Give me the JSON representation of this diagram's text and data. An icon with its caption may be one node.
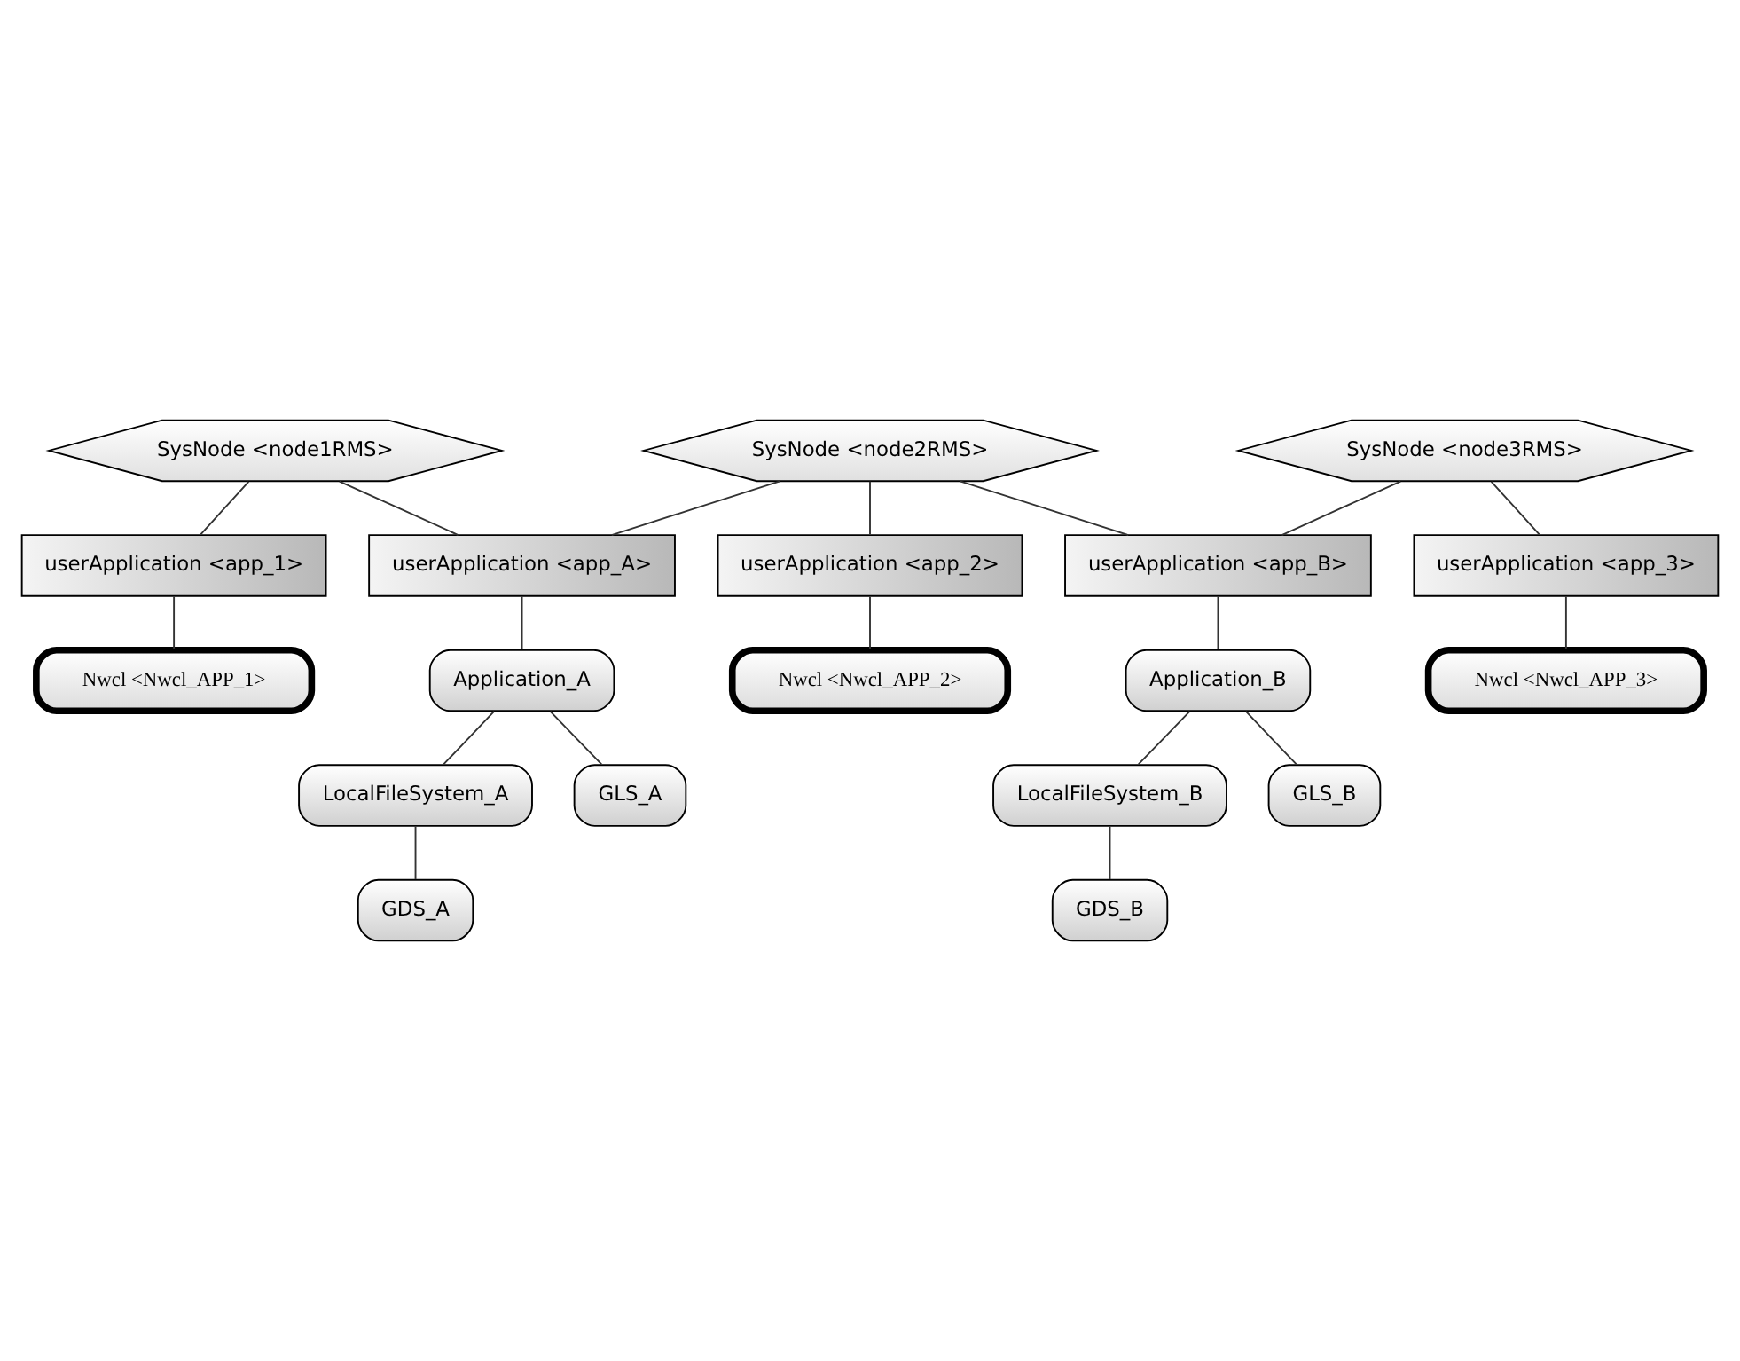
{
  "diagram": {
    "nodes": [
      {
        "text": [
          "SysNode <node1RMS>"
        ]
      },
      {
        "text": [
          "SysNode <node2RMS>"
        ]
      },
      {
        "text": [
          "SysNode <node3RMS>"
        ]
      },
      {
        "text": [
          "userApplication <app_A>"
        ]
      },
      {
        "text": [
          "userApplication <app_B>"
        ]
      },
      {
        "text": [
          "Application_A"
        ]
      },
      {
        "text": [
          "Application_B"
        ]
      },
      {
        "text": [
          "LocalFileSystem_A"
        ]
      },
      {
        "text": [
          "GLS_A"
        ]
      },
      {
        "text": [
          "LocalFileSystem_B"
        ]
      },
      {
        "text": [
          "GLS_B"
        ]
      },
      {
        "text": [
          "GDS_A"
        ]
      },
      {
        "text": [
          "GDS_B"
        ]
      },
      {
        "text": [
          "userApplication <app_1>"
        ]
      },
      {
        "text": [
          "userApplication <app_2>"
        ]
      },
      {
        "text": [
          "userApplication <app_3>"
        ]
      },
      {
        "text": [
          "Nwcl <Nwcl_APP_1>"
        ]
      },
      {
        "text": [
          "Nwcl <Nwcl_APP_2>"
        ]
      },
      {
        "text": [
          "Nwcl <Nwcl_APP_3>"
        ]
      }
    ],
    "edges": [
      {
        "from": 0,
        "to": 3,
        "arrow": "none"
      },
      {
        "from": 1,
        "to": 3,
        "arrow": "none"
      },
      {
        "from": 1,
        "to": 4,
        "arrow": "none"
      },
      {
        "from": 2,
        "to": 4,
        "arrow": "none"
      },
      {
        "from": 3,
        "to": 5,
        "arrow": "none"
      },
      {
        "from": 4,
        "to": 6,
        "arrow": "none"
      },
      {
        "from": 5,
        "to": 7,
        "arrow": "none"
      },
      {
        "from": 5,
        "to": 8,
        "arrow": "none"
      },
      {
        "from": 6,
        "to": 9,
        "arrow": "none"
      },
      {
        "from": 6,
        "to": 10,
        "arrow": "none"
      },
      {
        "from": 7,
        "to": 11,
        "arrow": "none"
      },
      {
        "from": 9,
        "to": 12,
        "arrow": "none"
      },
      {
        "from": 0,
        "to": 13,
        "arrow": "none"
      },
      {
        "from": 1,
        "to": 14,
        "arrow": "none"
      },
      {
        "from": 2,
        "to": 15,
        "arrow": "none"
      },
      {
        "from": 13,
        "to": 16,
        "arrow": "none"
      },
      {
        "from": 14,
        "to": 17,
        "arrow": "none"
      },
      {
        "from": 15,
        "to": 18,
        "arrow": "none"
      }
    ]
  }
}
